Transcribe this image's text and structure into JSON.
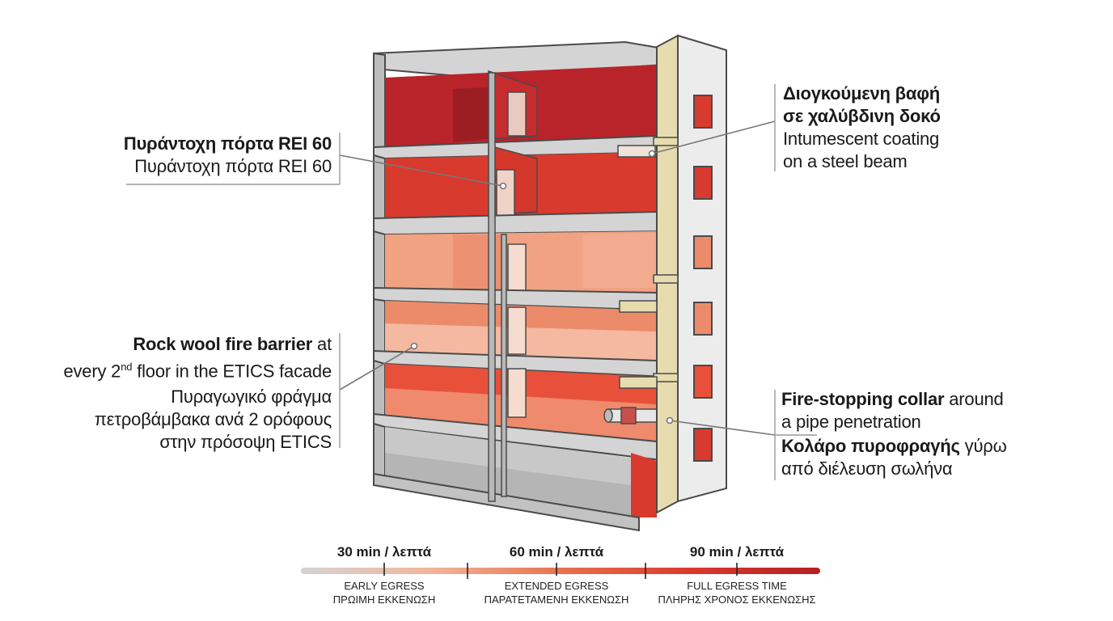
{
  "callouts": {
    "fire_door": {
      "bold": "Πυράντοχη πόρτα REI 60",
      "regular": "Πυράντοχη πόρτα REI 60"
    },
    "intumescent": {
      "bold_line1": "Διογκούμενη βαφή",
      "bold_line2": "σε χαλύβδινη δοκό",
      "regular_line1": "Intumescent coating",
      "regular_line2": "on a steel beam"
    },
    "rock_wool": {
      "bold": "Rock wool fire barrier",
      "after_bold": " at",
      "line2_pre": "every 2",
      "line2_sup": "nd",
      "line2_post": " floor in the ETICS facade",
      "gr_line1": "Πυραγωγικό φράγμα",
      "gr_line2": "πετροβάμβακα ανά 2 ορόφους",
      "gr_line3": "στην πρόσοψη ETICS"
    },
    "collar": {
      "bold": "Fire-stopping collar",
      "after_bold": " around",
      "line2": "a pipe penetration",
      "gr_bold": "Κολάρο πυροφραγής",
      "gr_after": " γύρω",
      "gr_line2": "από διέλευση σωλήνα"
    }
  },
  "timeline": {
    "ticks": [
      {
        "label": "30 min / λεπτά"
      },
      {
        "label": "60 min / λεπτά"
      },
      {
        "label": "90 min / λεπτά"
      }
    ],
    "phases": [
      {
        "en": "EARLY EGRESS",
        "gr": "ΠΡΩΙΜΗ ΕΚΚΕΝΩΣΗ"
      },
      {
        "en": "EXTENDED EGRESS",
        "gr": "ΠΑΡΑΤΕΤΑΜΕΝΗ ΕΚΚΕΝΩΣΗ"
      },
      {
        "en": "FULL EGRESS TIME",
        "gr": "ΠΛΗΡΗΣ ΧΡΟΝΟΣ ΕΚΚΕΝΩΣΗΣ"
      }
    ],
    "gradient_colors": [
      "#d4d4d4",
      "#f2b59a",
      "#e8724f",
      "#d93a2e",
      "#b51f22"
    ]
  },
  "colors": {
    "concrete": "#d9d9d9",
    "concrete_dark": "#a8a8a8",
    "outline": "#4a4a4a",
    "floor_colors": [
      "#b8242a",
      "#d93a2e",
      "#ec8b6a",
      "#f0a283",
      "#e8503a",
      "#c8c8c8"
    ],
    "insulation": "#e6dcb0"
  },
  "icons": {
    "building": "building-cutaway-illustration",
    "door": "fire-door-icon",
    "beam": "steel-beam-icon",
    "pipe": "pipe-collar-icon"
  }
}
